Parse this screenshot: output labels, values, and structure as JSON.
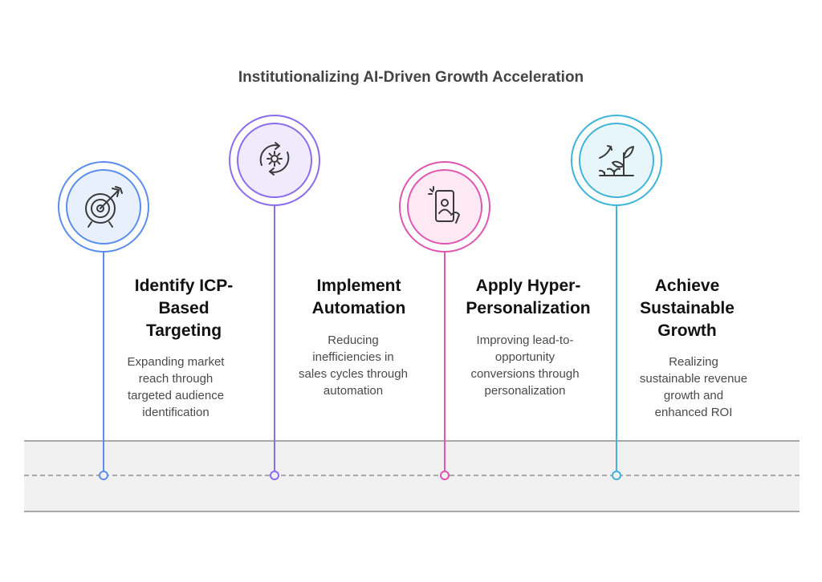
{
  "title": "Institutionalizing AI-Driven Growth Acceleration",
  "steps": [
    {
      "title_lines": [
        "Identify ICP-",
        "Based",
        "Targeting"
      ],
      "desc_lines": [
        "Expanding market",
        "reach through",
        "targeted audience",
        "identification"
      ],
      "icon": "target-arrow-icon",
      "color": "#5b8def",
      "fill": "#e9f0fd"
    },
    {
      "title_lines": [
        "Implement",
        "Automation"
      ],
      "desc_lines": [
        "Reducing",
        "inefficiencies in",
        "sales cycles through",
        "automation"
      ],
      "icon": "gear-cycle-icon",
      "color": "#8b6cf0",
      "fill": "#efebfd"
    },
    {
      "title_lines": [
        "Apply Hyper-",
        "Personalization"
      ],
      "desc_lines": [
        "Improving lead-to-",
        "opportunity",
        "conversions through",
        "personalization"
      ],
      "icon": "smartphone-user-icon",
      "color": "#e056b0",
      "fill": "#fce9f4"
    },
    {
      "title_lines": [
        "Achieve",
        "Sustainable",
        "Growth"
      ],
      "desc_lines": [
        "Realizing",
        "sustainable revenue",
        "growth and",
        "enhanced ROI"
      ],
      "icon": "growing-plant-icon",
      "color": "#3fb3da",
      "fill": "#e7f6fb"
    }
  ]
}
